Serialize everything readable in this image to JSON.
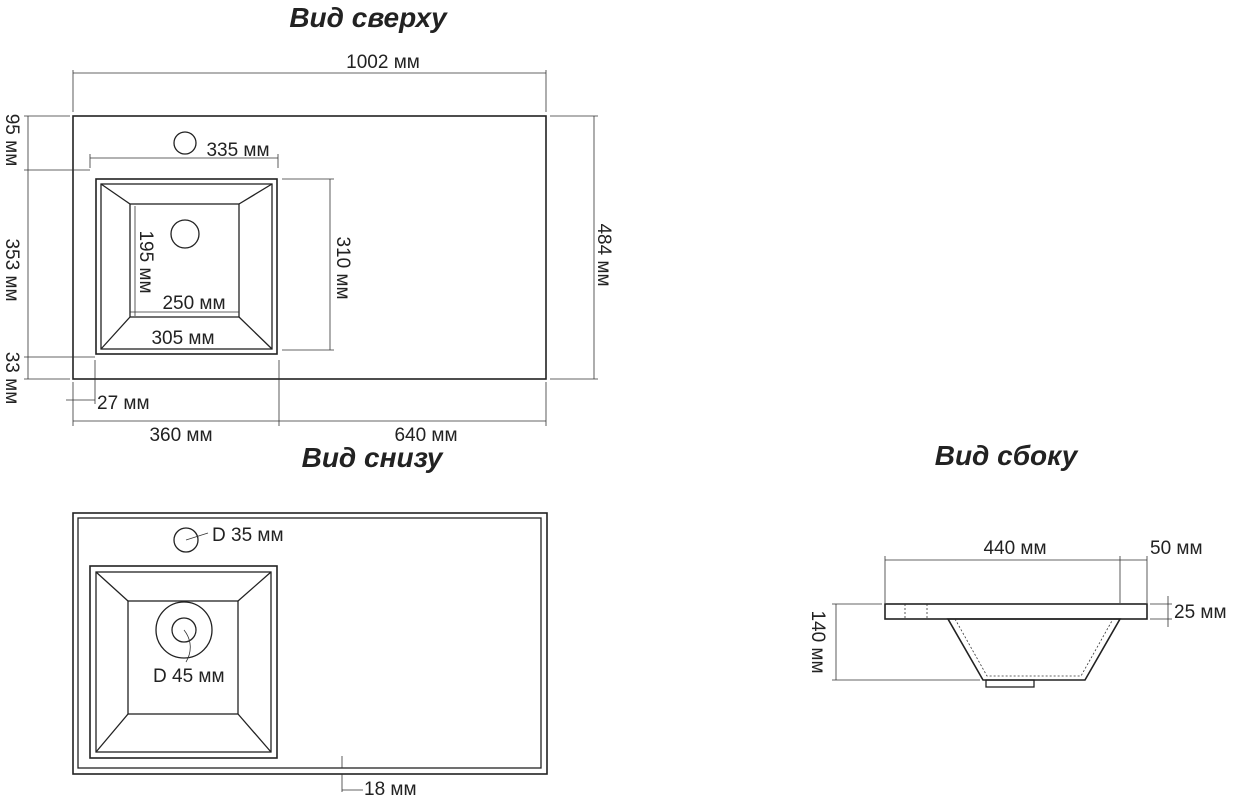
{
  "views": {
    "top": {
      "title": "Вид сверху",
      "dims": {
        "overall_width": "1002 мм",
        "overall_depth": "484 мм",
        "left_95": "95 мм",
        "left_353": "353 мм",
        "left_33": "33 мм",
        "bowl_width": "335 мм",
        "bowl_depth": "310 мм",
        "inner_depth": "195 мм",
        "inner_width": "250 мм",
        "bowl_bottom_width": "305 мм",
        "edge_27": "27 мм",
        "left_360": "360 мм",
        "right_640": "640 мм"
      }
    },
    "bottom": {
      "title": "Вид снизу",
      "dims": {
        "tap_hole": "D 35 мм",
        "drain_hole": "D 45 мм",
        "rim": "18 мм"
      }
    },
    "side": {
      "title": "Вид сбоку",
      "dims": {
        "depth_440": "440 мм",
        "overhang_50": "50 мм",
        "thickness_25": "25 мм",
        "height_140": "140 мм"
      }
    }
  }
}
